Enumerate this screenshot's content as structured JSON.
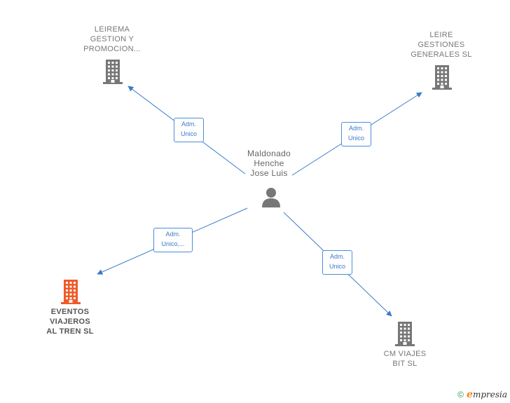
{
  "center": {
    "lines": [
      "Maldonado",
      "Henche",
      "Jose Luis"
    ],
    "icon": "person-icon",
    "color": "#777777"
  },
  "companies": [
    {
      "id": "leirema",
      "lines": [
        "LEIREMA",
        "GESTION Y",
        "PROMOCION..."
      ],
      "icon": "building-icon",
      "color": "#777777"
    },
    {
      "id": "leire",
      "lines": [
        "LEIRE",
        "GESTIONES",
        "GENERALES SL"
      ],
      "icon": "building-icon",
      "color": "#777777"
    },
    {
      "id": "eventos",
      "lines": [
        "EVENTOS",
        "VIAJEROS",
        "AL TREN  SL"
      ],
      "icon": "building-icon",
      "color": "#f05a28",
      "highlight": true
    },
    {
      "id": "cmviajes",
      "lines": [
        "CM VIAJES",
        "BIT SL"
      ],
      "icon": "building-icon",
      "color": "#777777"
    }
  ],
  "edges": [
    {
      "target": "leirema",
      "lines": [
        "Adm.",
        "Unico"
      ]
    },
    {
      "target": "leire",
      "lines": [
        "Adm.",
        "Unico"
      ]
    },
    {
      "target": "eventos",
      "lines": [
        "Adm.",
        "Unico,..."
      ]
    },
    {
      "target": "cmviajes",
      "lines": [
        "Adm.",
        "Unico"
      ]
    }
  ],
  "colors": {
    "edge": "#3a7bc8"
  },
  "footer": {
    "copyright": "©",
    "brand_initial": "e",
    "brand_rest": "mpresia"
  }
}
